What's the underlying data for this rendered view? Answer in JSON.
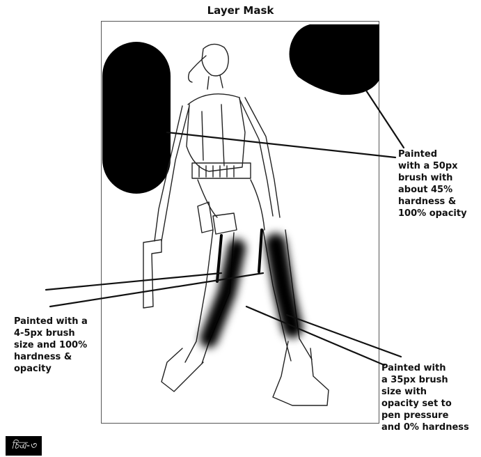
{
  "title": "Layer Mask",
  "annotations": {
    "top_right": "Painted\nwith a 50px\nbrush with\nabout 45%\nhardness &\n100% opacity",
    "left": "Painted with a\n4-5px brush\nsize and 100%\nhardness &\nopacity",
    "bottom_right": "Painted with\na 35px brush\nsize with\nopacity set to\npen pressure\nand 0% hardness"
  },
  "figure_tag": "চিত্র-৩"
}
